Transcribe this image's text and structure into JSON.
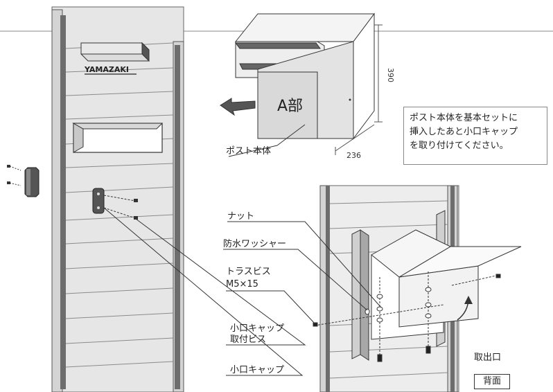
{
  "brand_plate": "YAMAZAKI",
  "box_label": "A部",
  "dimensions": {
    "height": "390",
    "width": "236"
  },
  "labels": {
    "post_body": "ポスト本体",
    "nut": "ナット",
    "washer": "防水ワッシャー",
    "screw_name": "トラスビス",
    "screw_size": "M5×15",
    "cap_screw_line1": "小口キャップ",
    "cap_screw_line2": "取付ビス",
    "cap": "小口キャップ",
    "outlet": "取出口",
    "back_view": "背面"
  },
  "note": {
    "line1": "ポスト本体を基本セットに",
    "line2": "挿入したあと小口キャップ",
    "line3": "を取り付けてください。"
  }
}
